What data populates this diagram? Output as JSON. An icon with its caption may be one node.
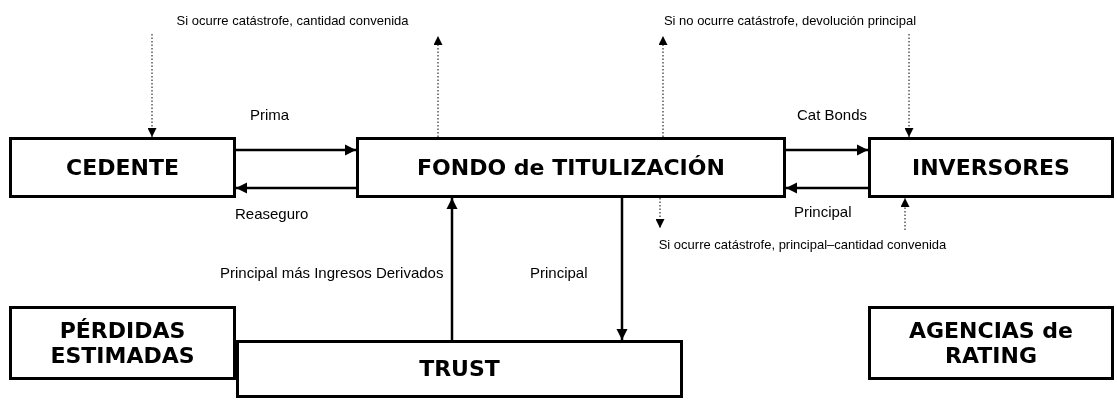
{
  "diagram": {
    "nodes": [
      {
        "text": [
          "Si ocurre catástrofe, cantidad convenida"
        ]
      },
      {
        "text": [
          "Si no ocurre catástrofe, devolución principal"
        ]
      },
      {
        "text": [
          "CEDENTE"
        ]
      },
      {
        "text": [
          "FONDO de TITULIZACIÓN"
        ]
      },
      {
        "text": [
          "INVERSORES"
        ]
      },
      {
        "text": [
          "Si ocurre catástrofe, principal–cantidad convenida"
        ]
      },
      {
        "text": [
          "PÉRDIDAS ESTIMADAS"
        ]
      },
      {
        "text": [
          "TRUST"
        ]
      },
      {
        "text": [
          "AGENCIAS de RATING"
        ]
      }
    ],
    "edges": [
      {
        "from": 2,
        "to": 3,
        "arrow": "to",
        "label": "Prima"
      },
      {
        "from": 3,
        "to": 2,
        "arrow": "to",
        "label": "Reaseguro"
      },
      {
        "from": 3,
        "to": 4,
        "arrow": "to",
        "label": "Cat Bonds"
      },
      {
        "from": 4,
        "to": 3,
        "arrow": "to",
        "label": "Principal"
      },
      {
        "from": 7,
        "to": 3,
        "arrow": "to",
        "label": "Principal más Ingresos Derivados"
      },
      {
        "from": 3,
        "to": 7,
        "arrow": "to",
        "label": "Principal"
      },
      {
        "from": 0,
        "to": 2,
        "arrow": "to",
        "style": "dashed"
      },
      {
        "from": 3,
        "to": 0,
        "arrow": "to",
        "style": "dashed"
      },
      {
        "from": 3,
        "to": 1,
        "arrow": "to",
        "style": "dashed"
      },
      {
        "from": 1,
        "to": 4,
        "arrow": "to",
        "style": "dashed"
      },
      {
        "from": 3,
        "to": 5,
        "arrow": "to",
        "style": "dashed"
      },
      {
        "from": 5,
        "to": 4,
        "arrow": "to",
        "style": "dashed"
      }
    ]
  }
}
